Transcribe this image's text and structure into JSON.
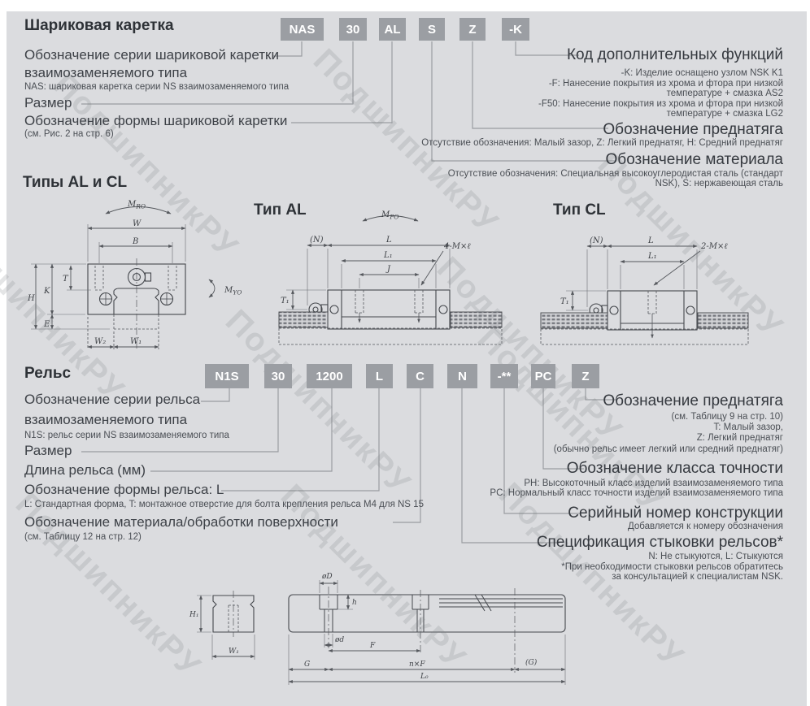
{
  "watermark": "ПодшипникРУ",
  "carriage": {
    "title": "Шариковая каретка",
    "codes": [
      "NAS",
      "30",
      "AL",
      "S",
      "Z",
      "-K"
    ],
    "series_line1": "Обозначение серии шариковой каретки",
    "series_line2": "взаимозаменяемого типа",
    "series_note": "NAS: шариковая каретка серии NS взаимозаменяемого типа",
    "size_label": "Размер",
    "form_label": "Обозначение формы шариковой каретки",
    "form_note": "(см. Рис. 2 на стр. 6)",
    "functions_heading": "Код дополнительных функций",
    "functions_notes": [
      "-K: Изделие оснащено узлом NSK K1",
      "-F: Нанесение покрытия из хрома и фтора при низкой",
      "температуре + смазка AS2",
      "-F50: Нанесение покрытия из хрома и фтора при низкой",
      "температуре + смазка LG2"
    ],
    "preload_heading": "Обозначение преднатяга",
    "preload_note": "Отсутствие обозначения: Малый зазор, Z: Легкий преднатяг, H: Средний преднатяг",
    "material_heading": "Обозначение материала",
    "material_notes": [
      "Отсутствие обозначения: Специальная высокоуглеродистая сталь (стандарт",
      "NSK), S: нержавеющая сталь"
    ]
  },
  "types": {
    "section_title": "Типы AL и CL",
    "al_title": "Тип AL",
    "cl_title": "Тип CL"
  },
  "dims": {
    "m_main": "M",
    "mro_sub": "RO",
    "myo_sub": "YO",
    "mpo_sub": "PO",
    "w": "W",
    "b": "B",
    "t": "T",
    "k": "K",
    "h": "H",
    "e": "E",
    "w2": "W₂",
    "w1": "W₁",
    "n_paren": "(N)",
    "l": "L",
    "l1": "L₁",
    "j": "J",
    "t1": "T₁",
    "holes4": "4-M×ℓ",
    "holes2": "2-M×ℓ",
    "h1": "H₁",
    "w1_rail": "W₁",
    "oD": "øD",
    "h_small": "h",
    "od": "ød",
    "f": "F",
    "g": "G",
    "nxf": "n×F",
    "g_paren": "(G)",
    "l0": "L₀"
  },
  "rail": {
    "title": "Рельс",
    "codes": [
      "N1S",
      "30",
      "1200",
      "L",
      "C",
      "N",
      "-**",
      "PC",
      "Z"
    ],
    "series_line1": "Обозначение серии рельса",
    "series_line2": "взаимозаменяемого типа",
    "series_note": "N1S: рельс серии NS взаимозаменяемого типа",
    "size_label": "Размер",
    "length_label": "Длина рельса (мм)",
    "form_label": "Обозначение формы рельса: L",
    "form_note": "L: Стандартная форма, T: монтажное отверстие для болта крепления рельса M4 для NS 15",
    "material_label": "Обозначение материала/обработки поверхности",
    "material_note": "(см. Таблицу 12 на стр. 12)",
    "preload_heading": "Обозначение преднатяга",
    "preload_notes": [
      "(см. Таблицу 9 на стр. 10)",
      "T: Малый зазор,",
      "Z: Легкий преднатяг",
      "(обычно рельс имеет легкий или средний преднатяг)"
    ],
    "accuracy_heading": "Обозначение класса точности",
    "accuracy_notes": [
      "PH: Высокоточный класс изделий взаимозаменяемого типа",
      "PC: Нормальный класс точности изделий взаимозаменяемого типа"
    ],
    "serial_heading": "Серийный номер конструкции",
    "serial_note": "Добавляется к номеру обозначения",
    "joint_heading": "Спецификация стыковки рельсов*",
    "joint_notes": [
      "N: Не стыкуются, L: Стыкуются",
      "*При необходимости стыковки рельсов обратитесь",
      "за консультацией к специалистам NSK."
    ]
  }
}
